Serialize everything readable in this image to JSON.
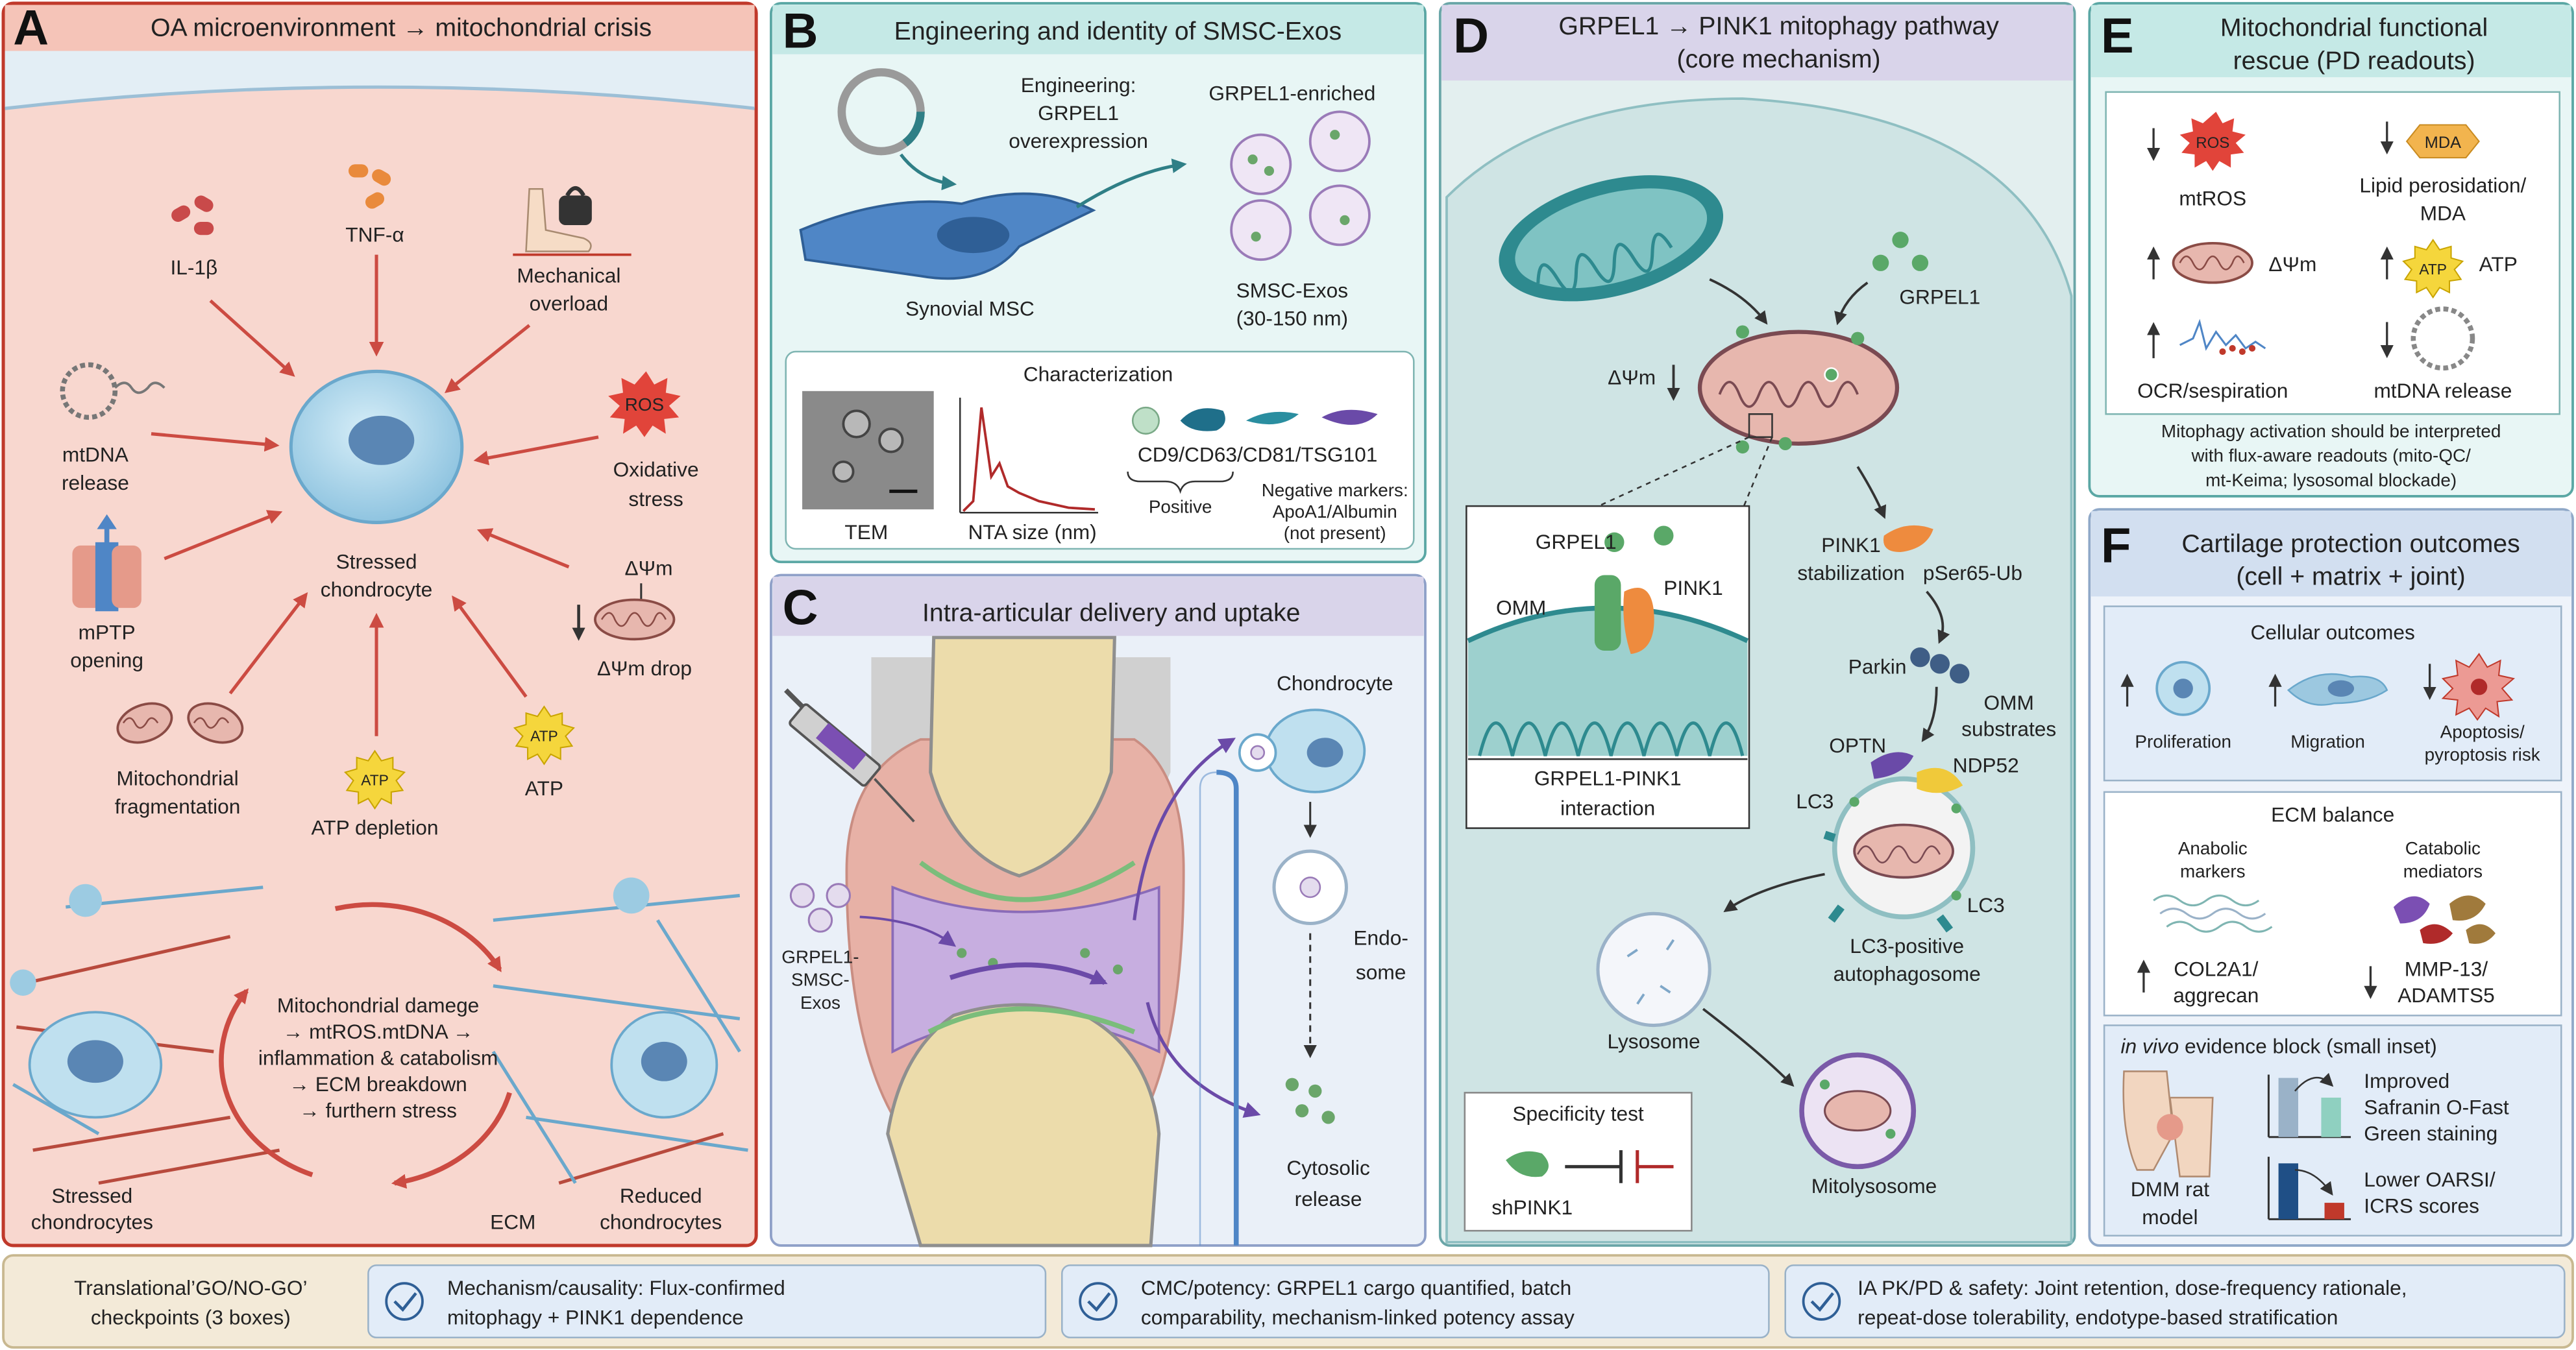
{
  "panel_a": {
    "letter": "A",
    "title": "OA microenvironment → mitochondrial crisis",
    "il1b": "IL-1β",
    "tnfa": "TNF-α",
    "mech1": "Mechanical",
    "mech2": "overload",
    "ros_badge": "ROS",
    "ox1": "Oxidative",
    "ox2": "stress",
    "mtdna1": "mtDNA",
    "mtdna2": "release",
    "mptp1": "mPTP",
    "mptp2": "opening",
    "dpsi_small": "ΔΨm",
    "dpsi_drop": "ΔΨm drop",
    "cell1": "Stressed",
    "cell2": "chondrocyte",
    "frag1": "Mitochondrial",
    "frag2": "fragmentation",
    "atp_badge": "ATP",
    "atp_dep": "ATP depletion",
    "atp_label": "ATP",
    "cycle": [
      "Mitochondrial damege",
      "→ mtROS.mtDNA →",
      "inflammation & catabolism",
      "→ ECM breakdown",
      "→ furthern stress"
    ],
    "stressed1": "Stressed",
    "stressed2": "chondrocytes",
    "ecm": "ECM",
    "reduced1": "Reduced",
    "reduced2": "chondrocytes"
  },
  "panel_b": {
    "letter": "B",
    "title": "Engineering and identity of SMSC-Exos",
    "eng1": "Engineering:",
    "eng2": "GRPEL1",
    "eng3": "overexpression",
    "enriched": "GRPEL1-enriched",
    "msc": "Synovial MSC",
    "exos1": "SMSC-Exos",
    "exos2": "(30-150 nm)",
    "char_title": "Characterization",
    "tem": "TEM",
    "nta": "NTA size (nm)",
    "markers": "CD9/CD63/CD81/TSG101",
    "positive": "Positive",
    "neg1": "Negative markers:",
    "neg2": "ApoA1/Albumin",
    "neg3": "(not present)"
  },
  "panel_c": {
    "letter": "C",
    "title": "Intra-articular delivery and uptake",
    "chondro": "Chondrocyte",
    "endo1": "Endo-",
    "endo2": "some",
    "grpel1": "GRPEL1-",
    "grpel2": "SMSC-",
    "grpel3": "Exos",
    "cyto1": "Cytosolic",
    "cyto2": "release"
  },
  "panel_d": {
    "letter": "D",
    "title1": "GRPEL1 → PINK1 mitophagy pathway",
    "title2": "(core mechanism)",
    "grpel1": "GRPEL1",
    "dpsi": "ΔΨm",
    "inset_grpel1": "GRPEL1",
    "inset_omm": "OMM",
    "inset_pink1": "PINK1",
    "inset_cap1": "GRPEL1-PINK1",
    "inset_cap2": "interaction",
    "pink_stab1": "PINK1",
    "pink_stab2": "stabilization",
    "pser": "pSer65-Ub",
    "parkin": "Parkin",
    "omm_sub1": "OMM",
    "omm_sub2": "substrates",
    "optn": "OPTN",
    "ndp52": "NDP52",
    "lc3_a": "LC3",
    "lc3_b": "LC3",
    "auto1": "LC3-positive",
    "auto2": "autophagosome",
    "lysosome": "Lysosome",
    "mitolyso": "Mitolysosome",
    "spec_title": "Specificity test",
    "shpink": "shPINK1"
  },
  "panel_e": {
    "letter": "E",
    "title1": "Mitochondrial functional",
    "title2": "rescue (PD readouts)",
    "ros_badge": "ROS",
    "mtros": "mtROS",
    "mda_badge": "MDA",
    "lipid1": "Lipid perosidation/",
    "lipid2": "MDA",
    "dpsi": "ΔΨm",
    "atp_badge": "ATP",
    "atp": "ATP",
    "ocr": "OCR/sespiration",
    "mtdna": "mtDNA release",
    "note1": "Mitophagy activation should be interpreted",
    "note2": "with flux-aware readouts (mito-QC/",
    "note3": "mt-Keima; lysosomal blockade)"
  },
  "panel_f": {
    "letter": "F",
    "title1": "Cartilage protection outcomes",
    "title2": "(cell + matrix + joint)",
    "cell_title": "Cellular outcomes",
    "prolif": "Proliferation",
    "migration": "Migration",
    "apop1": "Apoptosis/",
    "apop2": "pyroptosis risk",
    "ecm_title": "ECM balance",
    "ana1": "Anabolic",
    "ana2": "markers",
    "cat1": "Catabolic",
    "cat2": "mediators",
    "col1": "COL2A1/",
    "col2": "aggrecan",
    "mmp1": "MMP-13/",
    "mmp2": "ADAMTS5",
    "vivo_italic": "in vivo",
    "vivo_rest": " evidence block (small inset)",
    "dmm1": "DMM rat",
    "dmm2": "model",
    "saf1": "Improved",
    "saf2": "Safranin O-Fast",
    "saf3": "Green staining",
    "oarsi1": "Lower OARSI/",
    "oarsi2": "ICRS scores"
  },
  "bottom": {
    "label1": "Translational’GO/NO-GO’",
    "label2": "checkpoints (3 boxes)",
    "box1_l1": "Mechanism/causality: Flux-confirmed",
    "box1_l2": "mitophagy + PINK1 dependence",
    "box2_l1": "CMC/potency: GRPEL1 cargo quantified, batch",
    "box2_l2": "comparability, mechanism-linked potency assay",
    "box3_l1": "IA PK/PD & safety: Joint retention, dose-frequency rationale,",
    "box3_l2": "repeat-dose tolerability, endotype-based stratification"
  },
  "colors": {
    "panel_a_bg": "#f8d7cf",
    "panel_a_border": "#c0392b",
    "panel_b_bg": "#e8f6f5",
    "panel_b_header": "#c5e9e6",
    "panel_c_header": "#d9d4ea",
    "panel_d_bg": "#e3efef",
    "panel_d_header": "#d9d4ea",
    "panel_f_header": "#d2dff0",
    "arrow_red": "#cc4b42",
    "bottom_bg": "#f3ead8",
    "bottom_box": "#e2ecf8"
  }
}
